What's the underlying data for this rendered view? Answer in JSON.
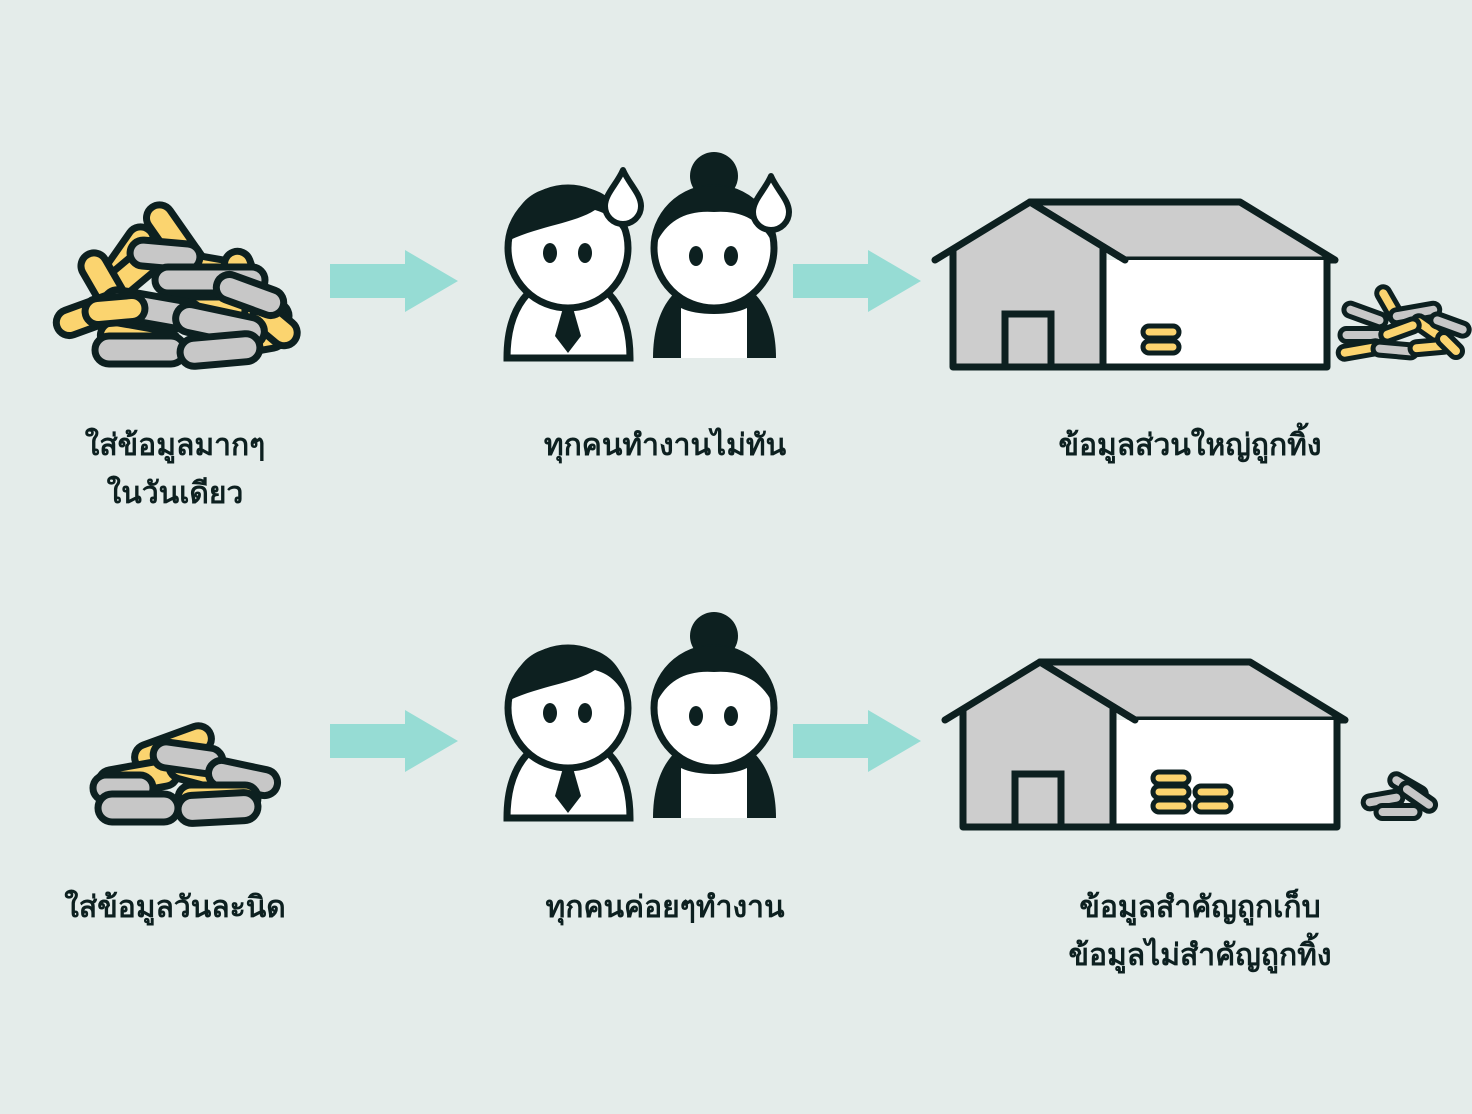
{
  "colors": {
    "background": "#e4ecea",
    "ink": "#0d2020",
    "arrow": "#96dcd4",
    "pill_yellow": "#fbd46f",
    "pill_gray": "#c7c7c7",
    "roof_gray": "#cdcdcd",
    "white": "#ffffff"
  },
  "icons": [
    "data-pile-icon",
    "arrow-right-icon",
    "stressed-workers-icon",
    "calm-workers-icon",
    "sweat-drop-icon",
    "warehouse-icon",
    "discarded-data-icon"
  ],
  "rows": [
    {
      "id": "overload",
      "input_caption": [
        "ใส่ข้อมูลมากๆ",
        "ในวันเดียว"
      ],
      "workers_caption": [
        "ทุกคนทำงานไม่ทัน"
      ],
      "result_caption": [
        "ข้อมูลส่วนใหญ่ถูกทิ้ง"
      ],
      "stressed": true
    },
    {
      "id": "steady",
      "input_caption": [
        "ใส่ข้อมูลวันละนิด"
      ],
      "workers_caption": [
        "ทุกคนค่อยๆทำงาน"
      ],
      "result_caption": [
        "ข้อมูลสำคัญถูกเก็บ",
        "ข้อมูลไม่สำคัญถูกทิ้ง"
      ],
      "stressed": false
    }
  ]
}
